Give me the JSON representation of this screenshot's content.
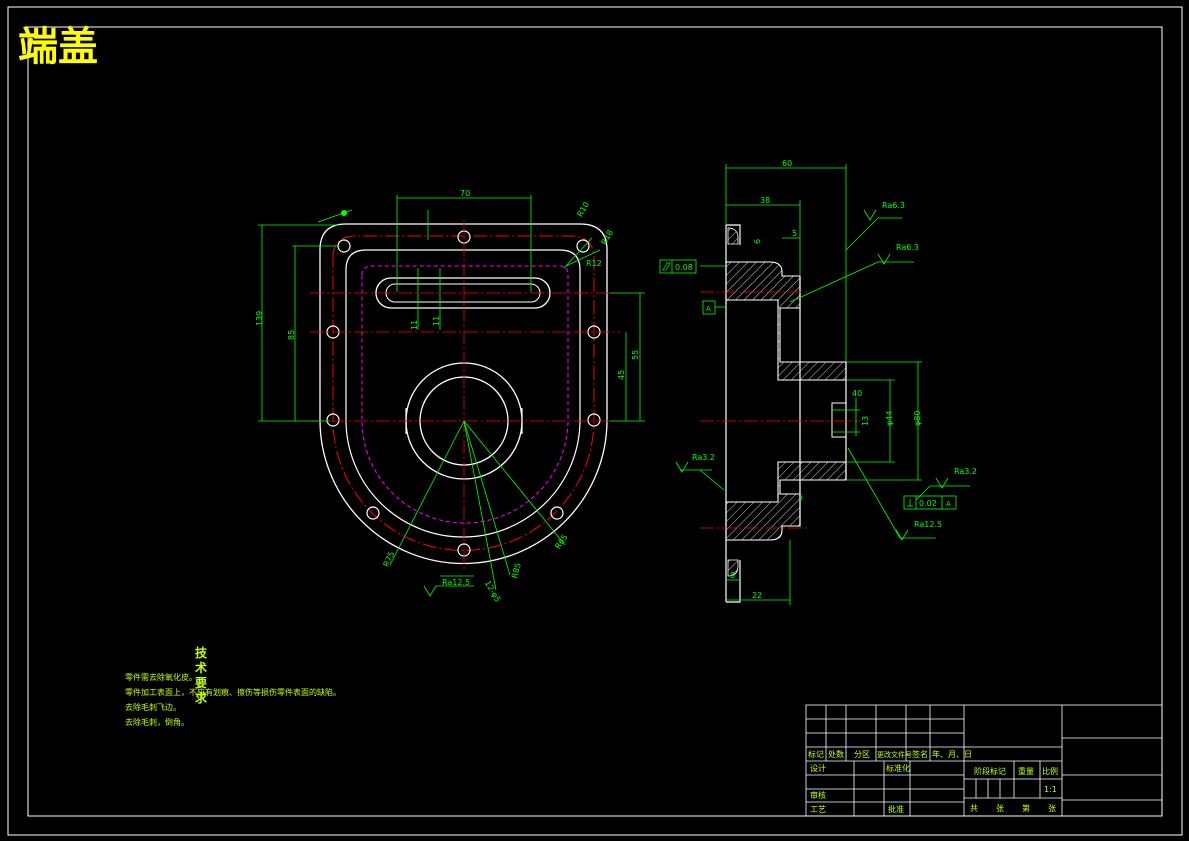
{
  "title": "端盖",
  "technical_requirements": {
    "heading": "技术要求",
    "items": [
      "零件需去除氧化皮。",
      "零件加工表面上，不应有划痕、擦伤等损伤零件表面的缺陷。",
      "去除毛刺飞边。",
      "去除毛刺，倒角。"
    ]
  },
  "front_view_dims": {
    "slot_width": "70",
    "overall_height": "139",
    "hole_span": "85",
    "right_upper": "55",
    "right_lower": "45",
    "slot_left": "11",
    "slot_right": "11",
    "chamfer_top": "R10",
    "radius_right": "R18",
    "radius_small": "R12",
    "radius_bottom_left": "R75",
    "radius_bottom_mid": "R85",
    "radius_bottom_right": "R65",
    "roughness_bottom": "Ra12.5",
    "hole_spec": "12-φ5"
  },
  "side_view_dims": {
    "overall_width": "60",
    "width_upper": "38",
    "step_a": "5",
    "step_b": "6",
    "flange_bottom": "5",
    "lower_a": "22",
    "lower_b": "8",
    "right_a": "φ44",
    "right_b": "φ80",
    "right_c": "13",
    "right_d": "40",
    "tol_flat": "0.08",
    "tol_perp": "0.02",
    "datum": "A",
    "roughness_1": "Ra6.3",
    "roughness_2": "Ra6.3",
    "roughness_3": "Ra3.2",
    "roughness_4": "Ra3.2",
    "roughness_5": "Ra12.5"
  },
  "title_block": {
    "headers": [
      "标记",
      "处数",
      "分区",
      "更改文件号",
      "签名",
      "年、月、日"
    ],
    "design": "设计",
    "standardize": "标准化",
    "review": "审核",
    "process": "工艺",
    "approve": "批准",
    "stage_mark": "阶段标记",
    "weight": "重量",
    "scale": "比例",
    "scale_value": "1:1",
    "sheets": [
      "共",
      "张",
      "第",
      "张"
    ]
  },
  "colors": {
    "outline": "#ffffff",
    "dimension": "#00ff00",
    "centerline": "#ff0000",
    "hidden": "#ff00ff",
    "title": "#ffff00"
  }
}
